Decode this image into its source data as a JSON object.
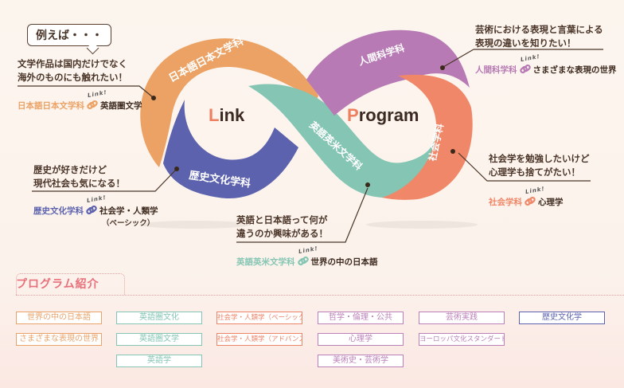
{
  "colors": {
    "japanese": "#eba264",
    "history": "#5c62ae",
    "english": "#84c5b3",
    "human": "#b77ab4",
    "social": "#ef8768",
    "text_dark": "#4a3528",
    "section_title": "#e8707a"
  },
  "diagram": {
    "title_left": {
      "first": "L",
      "rest": "ink"
    },
    "title_right": {
      "first": "P",
      "rest": "rogram"
    },
    "bands": {
      "japanese": "日本語日本文学科",
      "history": "歴史文化学科",
      "english": "英語英米文学科",
      "human": "人間科学科",
      "social": "社会学科"
    }
  },
  "bubble": {
    "label": "例えば・・・"
  },
  "link_tag": "Link!",
  "examples": [
    {
      "id": "japanese",
      "question": "文学作品は国内だけでなく\n海外のものにも触れたい！",
      "source": "日本語日本文学科",
      "target": "英語圏文学",
      "target_sub": ""
    },
    {
      "id": "history",
      "question": "歴史が好きだけど\n現代社会も気になる！",
      "source": "歴史文化学科",
      "target": "社会学・人類学",
      "target_sub": "（ベーシック）"
    },
    {
      "id": "english",
      "question": "英語と日本語って何が\n違うのか興味がある！",
      "source": "英語英米文学科",
      "target": "世界の中の日本語",
      "target_sub": ""
    },
    {
      "id": "human",
      "question": "芸術における表現と言葉による\n表現の違いを知りたい！",
      "source": "人間科学科",
      "target": "さまざまな表現の世界",
      "target_sub": ""
    },
    {
      "id": "social",
      "question": "社会学を勉強したいけど\n心理学も捨てがたい！",
      "source": "社会学科",
      "target": "心理学",
      "target_sub": ""
    }
  ],
  "programs": {
    "title": "プログラム紹介",
    "columns": [
      {
        "color": "#e9a36a",
        "items": [
          "世界の中の日本語",
          "さまざまな表現の世界"
        ]
      },
      {
        "color": "#84c5b3",
        "items": [
          "英語圏文化",
          "英語圏文学",
          "英語学"
        ]
      },
      {
        "color": "#ec8468",
        "items": [
          "社会学・人類学（ベーシック）",
          "社会学・人類学（アドバンス）"
        ]
      },
      {
        "color": "#bb80b8",
        "items": [
          "哲学・倫理・公共",
          "心理学",
          "美術史・芸術学"
        ]
      },
      {
        "color": "#bb80b8",
        "items": [
          "芸術実践",
          "ヨーロッパ文化スタンダード"
        ]
      },
      {
        "color": "#5c62ae",
        "items": [
          "歴史文化学"
        ]
      }
    ]
  }
}
